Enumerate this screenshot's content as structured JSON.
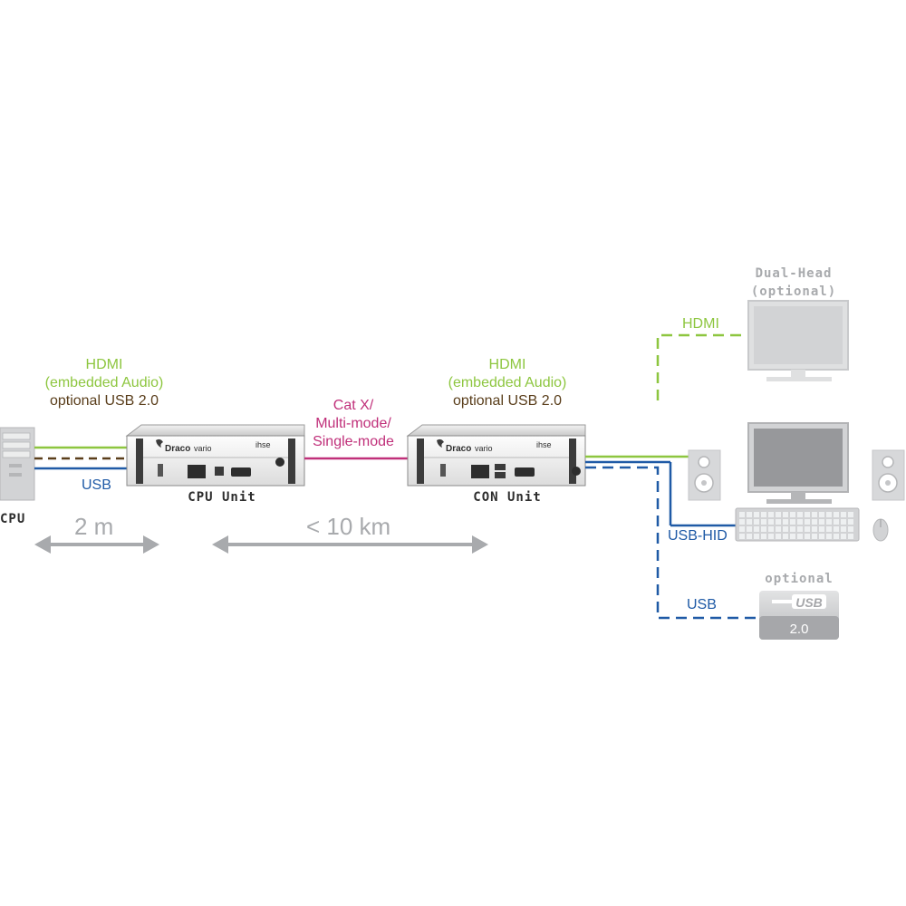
{
  "colors": {
    "hdmi": "#8dc63f",
    "usb_optional": "#5a3e1b",
    "usb": "#1f5aa6",
    "cat": "#c0307a",
    "grey": "#a8aaad",
    "device_grey": "#c8c9cb"
  },
  "cpu": {
    "label": "CPU"
  },
  "cpu_side_cables": {
    "line1": "HDMI",
    "line2": "(embedded Audio)",
    "line3": "optional USB 2.0",
    "usb": "USB"
  },
  "cpu_unit": {
    "brand": "Draco",
    "model": "vario",
    "maker": "ihse",
    "label": "CPU Unit"
  },
  "link": {
    "line1": "Cat X/",
    "line2": "Multi-mode/",
    "line3": "Single-mode"
  },
  "con_side_cables": {
    "line1": "HDMI",
    "line2": "(embedded Audio)",
    "line3": "optional USB 2.0"
  },
  "con_unit": {
    "brand": "Draco",
    "model": "vario",
    "maker": "ihse",
    "label": "CON Unit"
  },
  "distances": {
    "short": "2 m",
    "long": "< 10 km"
  },
  "dual_head": {
    "line1": "Dual-Head",
    "line2": "(optional)",
    "hdmi": "HDMI"
  },
  "peripherals": {
    "usb_hid": "USB-HID",
    "usb": "USB"
  },
  "usb_device": {
    "optional": "optional",
    "logo": "USB",
    "version": "2.0"
  }
}
